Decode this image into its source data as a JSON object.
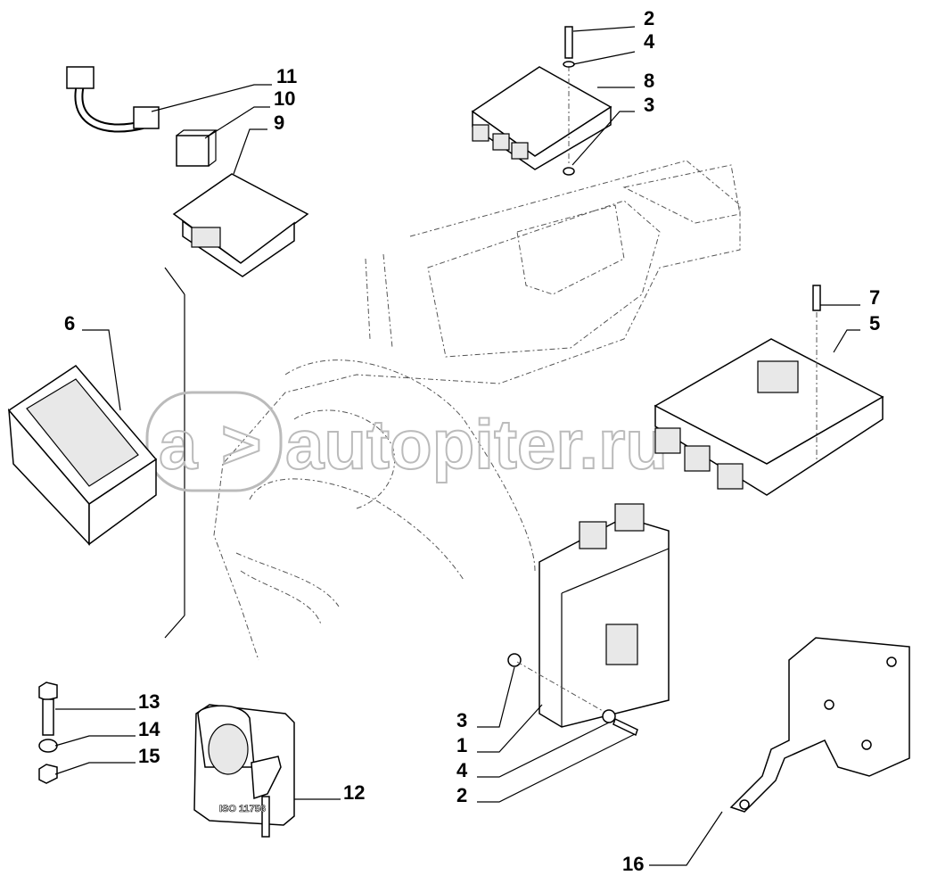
{
  "diagram": {
    "callouts": {
      "c2_top": "2",
      "c4_top": "4",
      "c8": "8",
      "c3_top": "3",
      "c11": "11",
      "c10": "10",
      "c9": "9",
      "c7": "7",
      "c5": "5",
      "c6": "6",
      "c13": "13",
      "c14": "14",
      "c15": "15",
      "c12": "12",
      "c3_bot": "3",
      "c1": "1",
      "c4_bot": "4",
      "c2_bot": "2",
      "c16": "16"
    },
    "part12_marking": "ISO 11756",
    "watermark": "autopiter.ru"
  }
}
